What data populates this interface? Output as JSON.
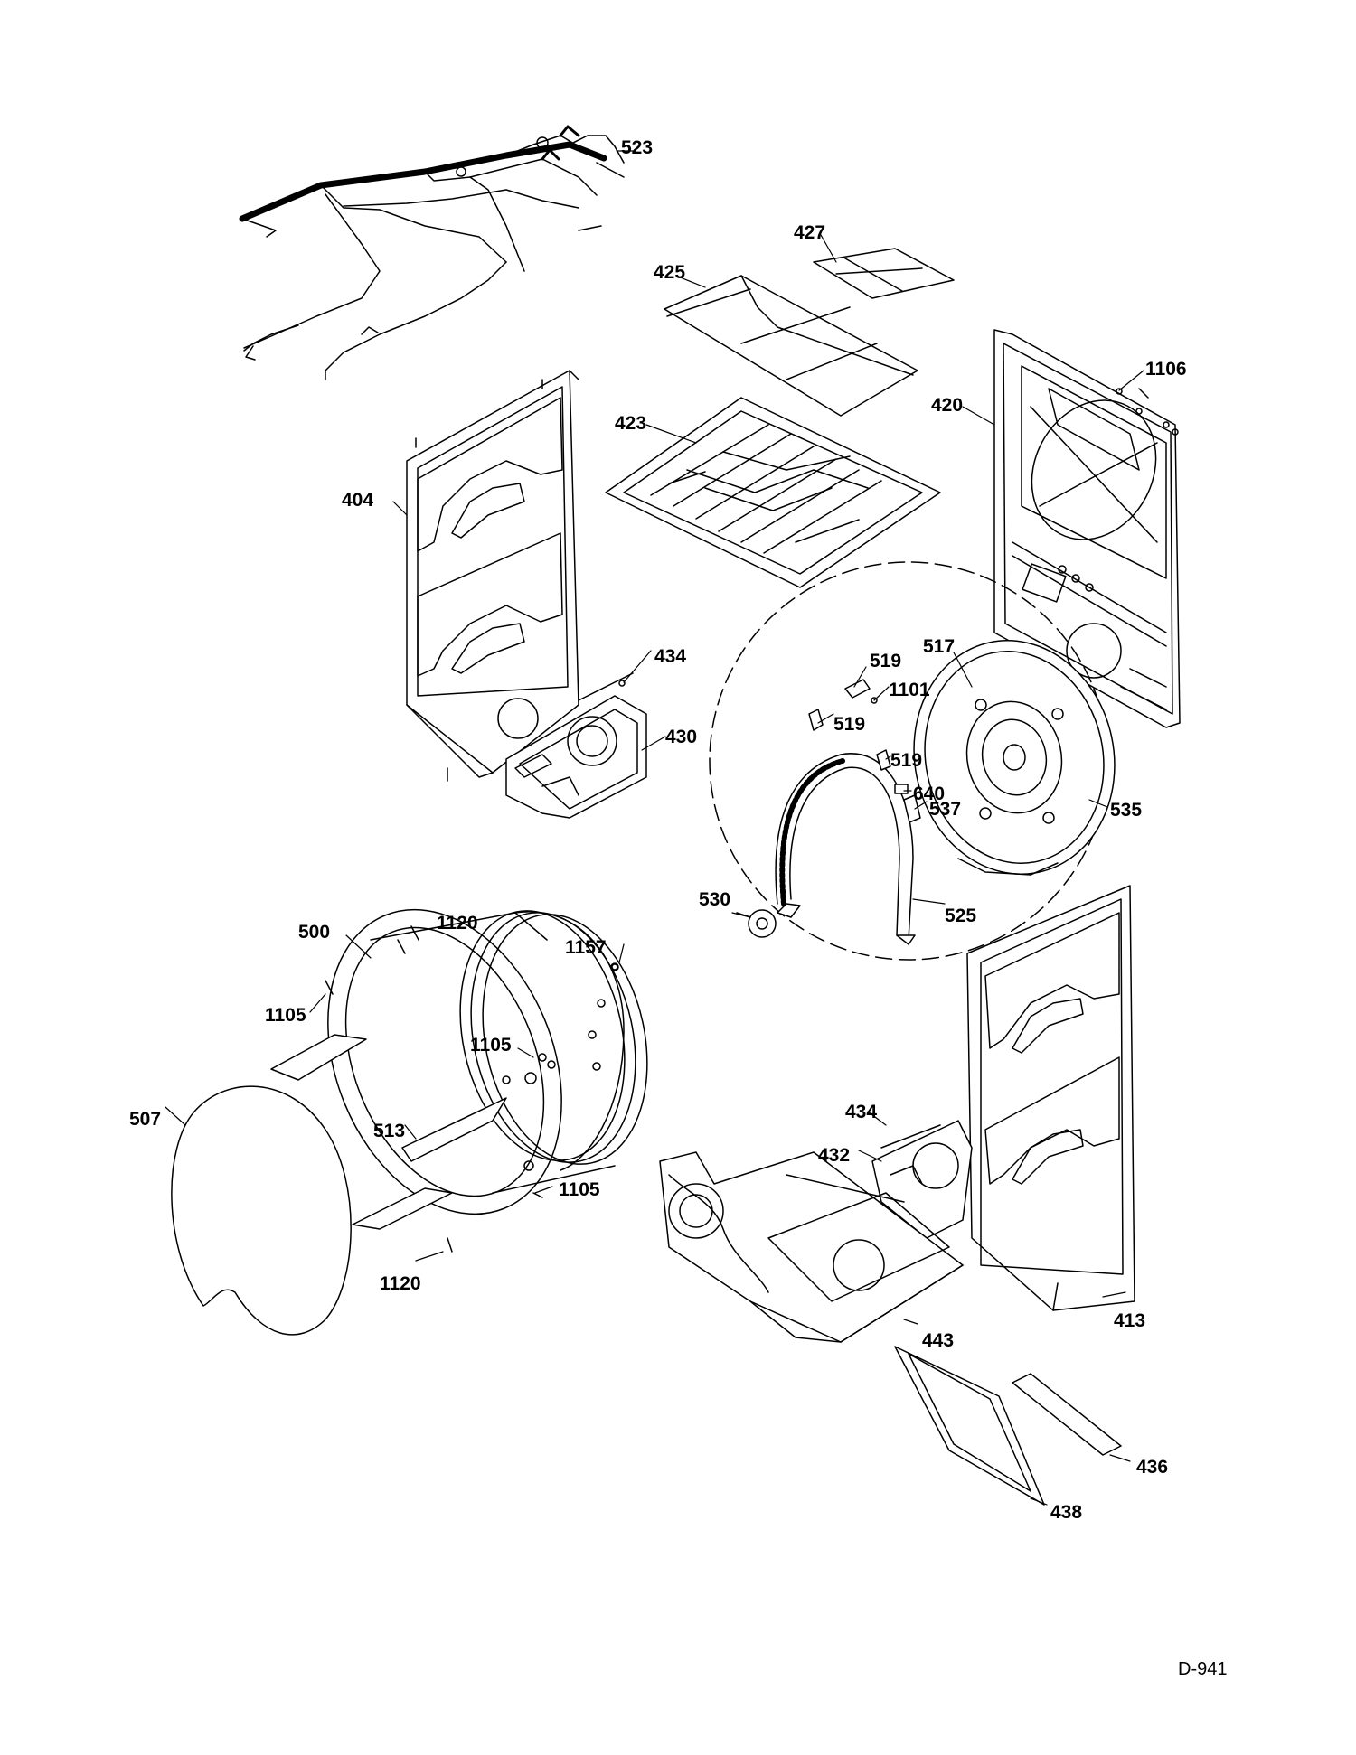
{
  "diagram": {
    "code": "D-941",
    "colors": {
      "line": "#000000",
      "background": "#ffffff",
      "fill_light": "#f2f2f2"
    },
    "labels": {
      "p523": "523",
      "p427": "427",
      "p425": "425",
      "p423": "423",
      "p1106": "1106",
      "p420": "420",
      "p404": "404",
      "p434a": "434",
      "p430": "430",
      "p519a": "519",
      "p517": "517",
      "p1101": "1101",
      "p519b": "519",
      "p519c": "519",
      "p640": "640",
      "p537": "537",
      "p535": "535",
      "p530": "530",
      "p525": "525",
      "p500": "500",
      "p1120a": "1120",
      "p1157": "1157",
      "p1105a": "1105",
      "p1105b": "1105",
      "p507": "507",
      "p513": "513",
      "p1105c": "1105",
      "p1120b": "1120",
      "p434b": "434",
      "p432": "432",
      "p413": "413",
      "p443": "443",
      "p436": "436",
      "p438": "438"
    }
  }
}
